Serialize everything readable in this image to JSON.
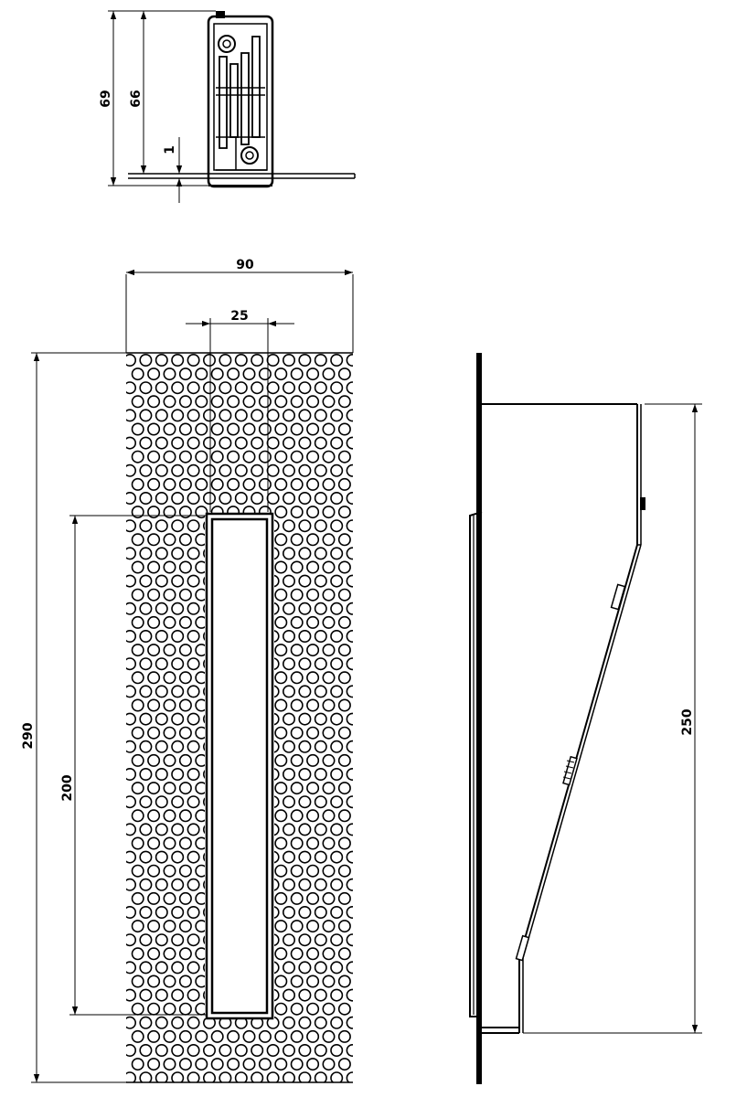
{
  "drawing": {
    "top_view": {
      "dim_69": "69",
      "dim_66": "66",
      "dim_1": "1"
    },
    "front_view": {
      "dim_width": "90",
      "dim_slot_width": "25",
      "dim_height": "290",
      "dim_slot_height": "200"
    },
    "side_view": {
      "dim_height": "250"
    }
  }
}
